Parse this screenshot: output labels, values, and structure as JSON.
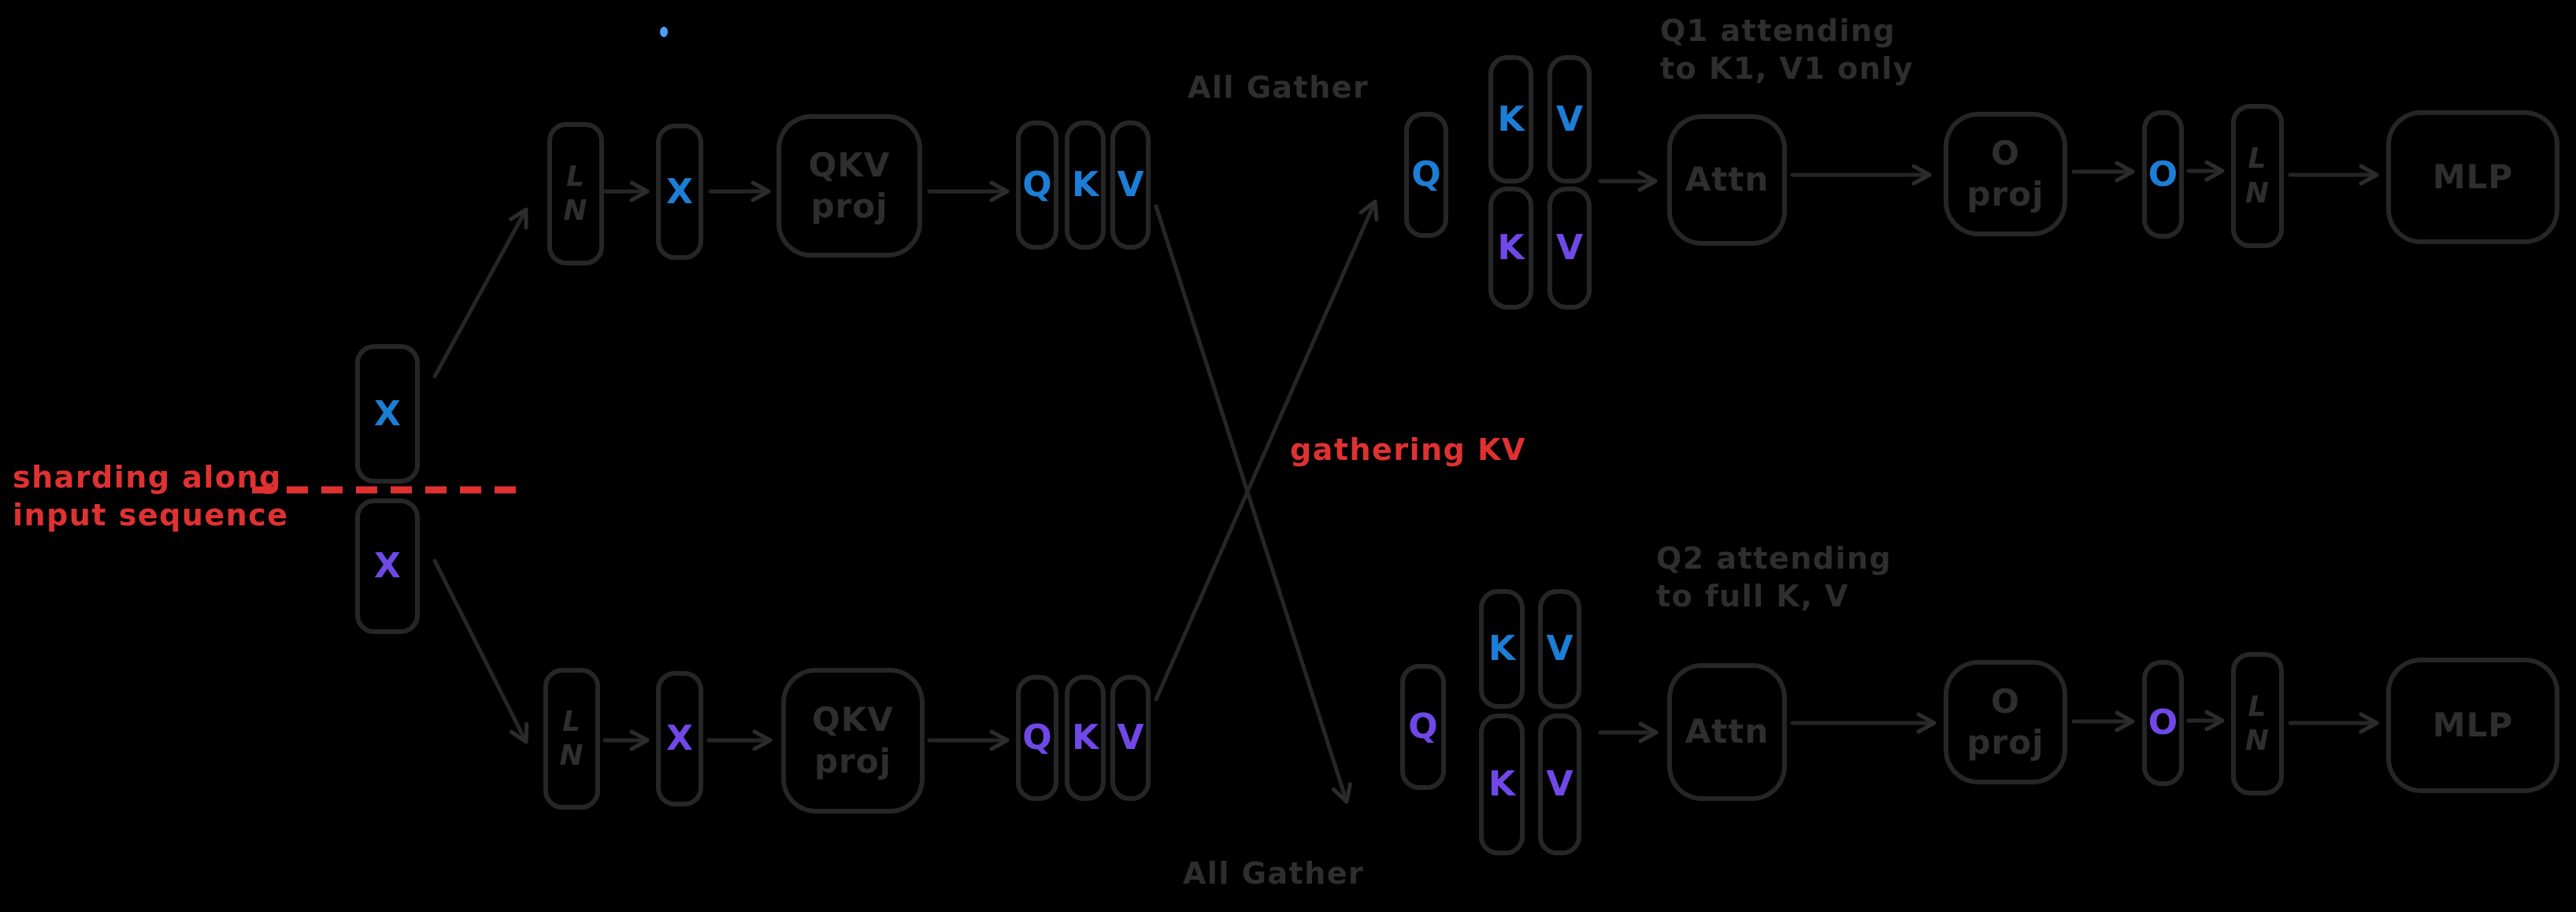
{
  "colors": {
    "background": "#000000",
    "stroke": "#262626",
    "text_gray": "#2e2e2e",
    "blue": "#1c7ed6",
    "purple": "#7048e8",
    "red": "#e03131",
    "dot_blue": "#4d9ef7"
  },
  "captions": {
    "all_gather_top": "All Gather",
    "all_gather_bottom": "All Gather",
    "gathering_kv": "gathering KV",
    "sharding_note": "sharding along\ninput sequence",
    "rank1_note": "Q1 attending\nto K1, V1 only",
    "rank2_note": "Q2 attending\nto full K, V"
  },
  "shard_input": {
    "x_top": "X",
    "x_bottom": "X"
  },
  "pipeline_top": {
    "ln": "L\nN",
    "x": "X",
    "qkv_proj": "QKV\nproj",
    "q": "Q",
    "k": "K",
    "v": "V"
  },
  "pipeline_bottom": {
    "ln": "L\nN",
    "x": "X",
    "qkv_proj": "QKV\nproj",
    "q": "Q",
    "k": "K",
    "v": "V"
  },
  "rank1": {
    "q": "Q",
    "k_shard1": "K",
    "v_shard1": "V",
    "k_shard2": "K",
    "v_shard2": "V",
    "attn": "Attn",
    "o_proj": "O proj",
    "o": "O",
    "ln": "L\nN",
    "mlp": "MLP"
  },
  "rank2": {
    "q": "Q",
    "k_shard1": "K",
    "v_shard1": "V",
    "k_shard2": "K",
    "v_shard2": "V",
    "attn": "Attn",
    "o_proj": "O proj",
    "o": "O",
    "ln": "L\nN",
    "mlp": "MLP"
  }
}
